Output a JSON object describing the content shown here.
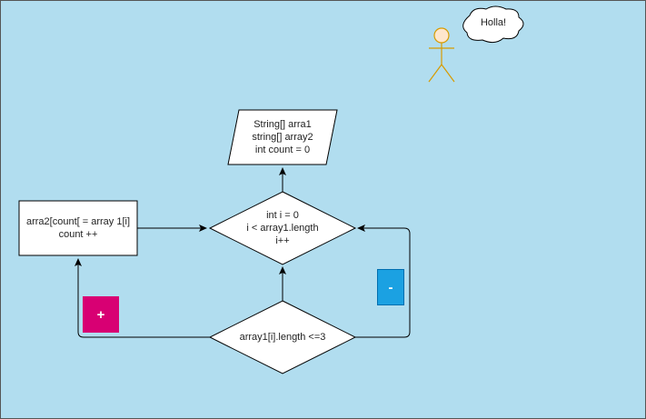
{
  "nodes": {
    "io": {
      "lines": [
        "String[] arra1",
        "string[] array2",
        "int count = 0"
      ]
    },
    "loop": {
      "lines": [
        "int i = 0",
        "i < array1.length",
        "i++"
      ]
    },
    "condition": {
      "lines": [
        "array1[i].length <=3"
      ]
    },
    "process": {
      "lines": [
        "arra2[count[ = array 1[i]",
        "count ++"
      ]
    }
  },
  "branches": {
    "yes": "+",
    "no": "-"
  },
  "actor": {
    "speech": "Holla!"
  },
  "colors": {
    "background": "#b1ddef",
    "shape_fill": "#ffffff",
    "stroke": "#000000",
    "actor_fill": "#ffe6cc",
    "actor_stroke": "#d79b00",
    "yes_tag": "#d80073",
    "no_tag": "#1ba1e2"
  }
}
